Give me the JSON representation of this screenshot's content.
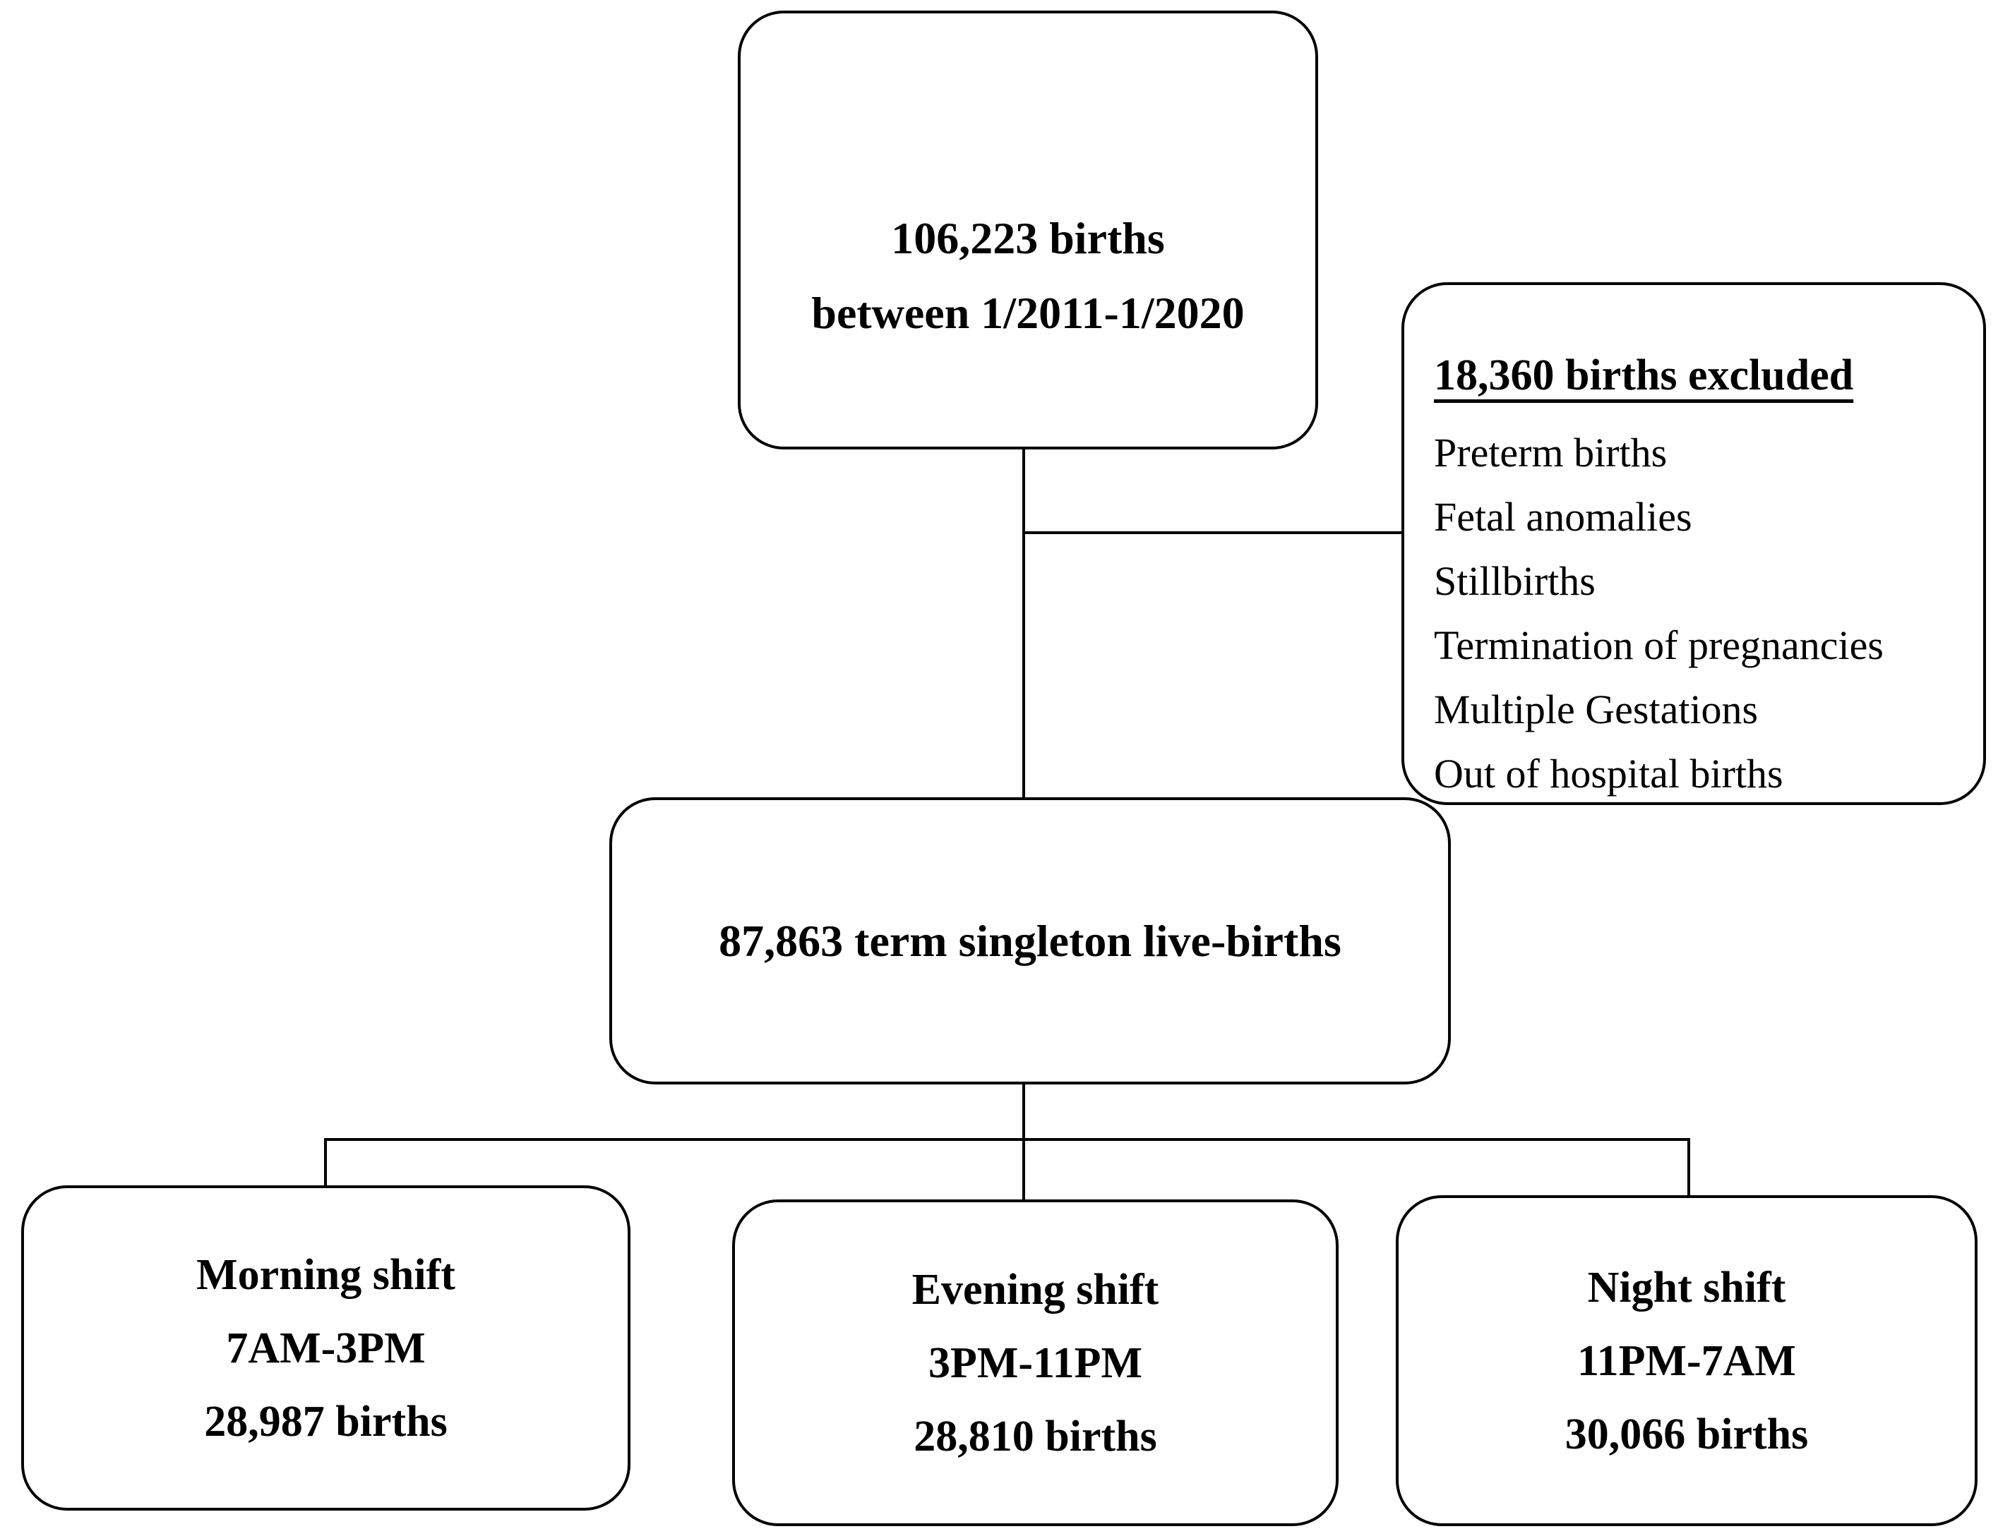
{
  "diagram": {
    "title_box": {
      "line1": "106,223 births",
      "line2": "between 1/2011-1/2020"
    },
    "excluded_box": {
      "title": "18,360 births excluded",
      "items": [
        "Preterm births",
        "Fetal anomalies",
        "Stillbirths",
        "Termination of pregnancies",
        "Multiple Gestations",
        "Out of hospital births"
      ]
    },
    "cohort_box": {
      "label": "87,863 term singleton live-births"
    },
    "shift_boxes": [
      {
        "name": "Morning shift",
        "hours": "7AM-3PM",
        "births": "28,987 births"
      },
      {
        "name": "Evening shift",
        "hours": "3PM-11PM",
        "births": "28,810 births"
      },
      {
        "name": "Night shift",
        "hours": "11PM-7AM",
        "births": "30,066 births"
      }
    ],
    "colors": {
      "line": "#000000",
      "background": "#ffffff",
      "text": "#000000"
    }
  }
}
